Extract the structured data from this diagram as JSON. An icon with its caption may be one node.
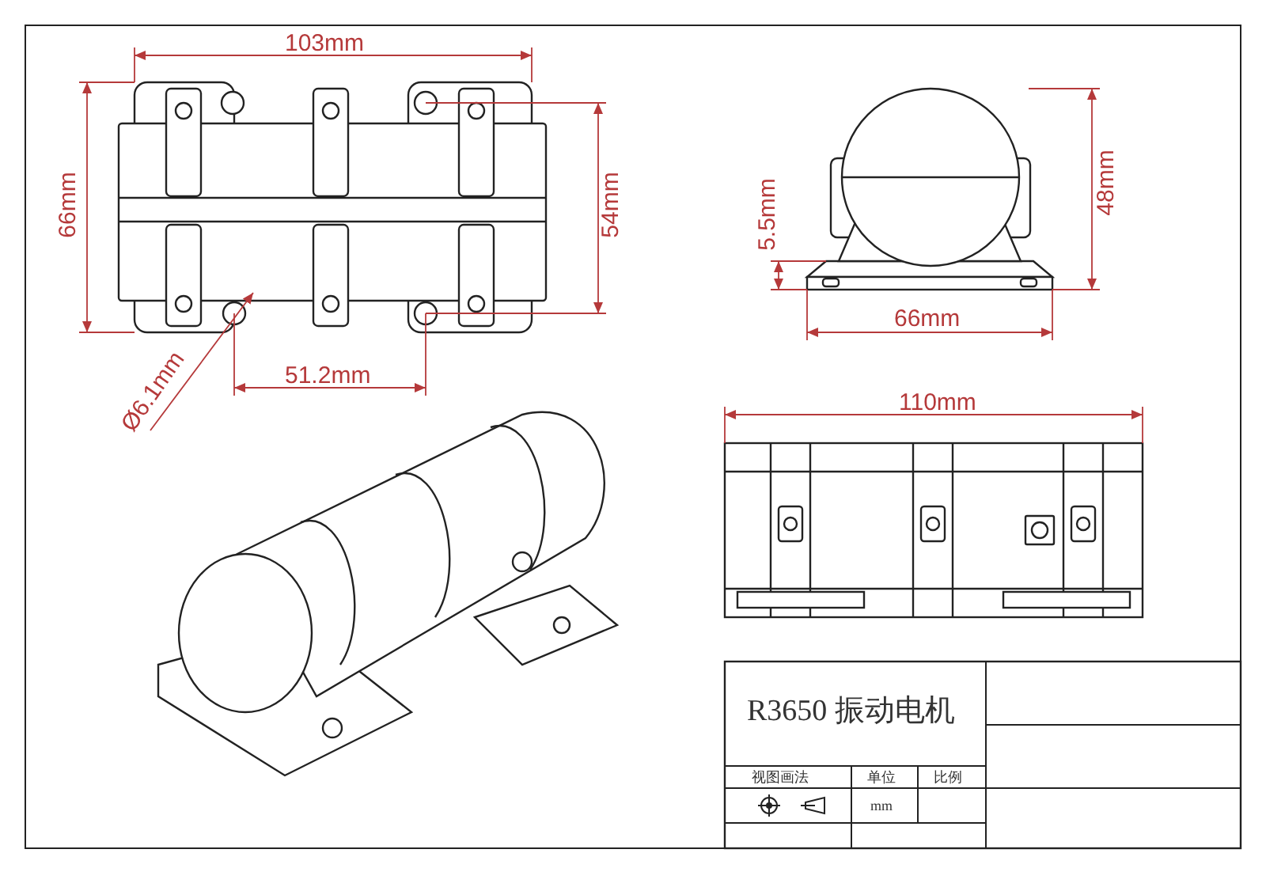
{
  "diagram": {
    "labels": [
      "103mm",
      "66mm",
      "54mm",
      "Ø6.1mm",
      "51.2mm",
      "48mm",
      "5.5mm",
      "66mm",
      "110mm",
      "R3650 振动电机",
      "视图画法",
      "单位",
      "比例",
      "mm"
    ]
  }
}
